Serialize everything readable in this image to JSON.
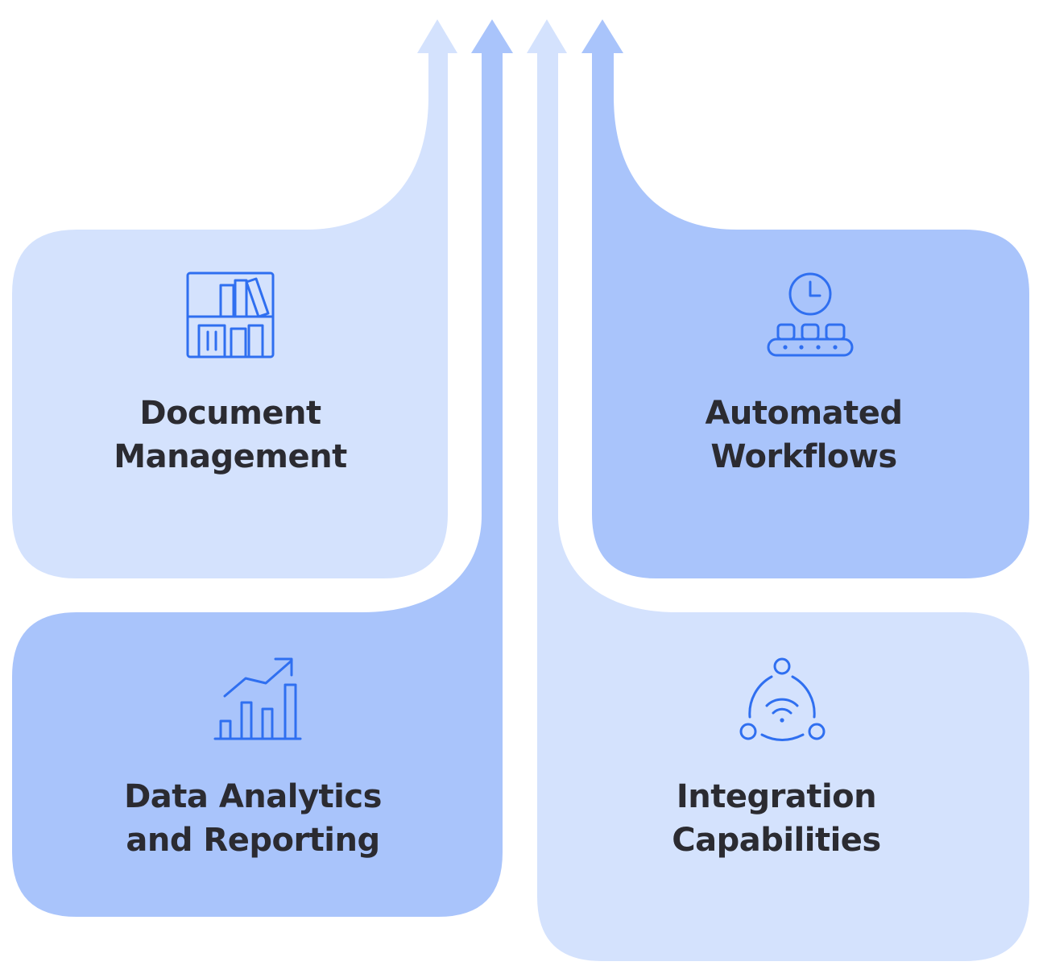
{
  "colors": {
    "light_blue": "#d4e2fd",
    "medium_blue": "#a9c4fb",
    "icon_blue": "#2f6ff0",
    "text": "#2b2b31",
    "background": "#ffffff"
  },
  "cards": [
    {
      "id": "document-management",
      "line1": "Document",
      "line2": "Management",
      "icon": "bookshelf-icon",
      "fill": "light_blue"
    },
    {
      "id": "automated-workflows",
      "line1": "Automated",
      "line2": "Workflows",
      "icon": "conveyor-clock-icon",
      "fill": "medium_blue"
    },
    {
      "id": "data-analytics",
      "line1": "Data Analytics",
      "line2": "and Reporting",
      "icon": "growth-chart-icon",
      "fill": "medium_blue"
    },
    {
      "id": "integration-capabilities",
      "line1": "Integration",
      "line2": "Capabilities",
      "icon": "network-signal-icon",
      "fill": "light_blue"
    }
  ],
  "arrows": [
    {
      "id": "arrow-1",
      "fill": "light_blue",
      "direction": "up"
    },
    {
      "id": "arrow-2",
      "fill": "medium_blue",
      "direction": "up"
    },
    {
      "id": "arrow-3",
      "fill": "light_blue",
      "direction": "up"
    },
    {
      "id": "arrow-4",
      "fill": "medium_blue",
      "direction": "up"
    }
  ]
}
